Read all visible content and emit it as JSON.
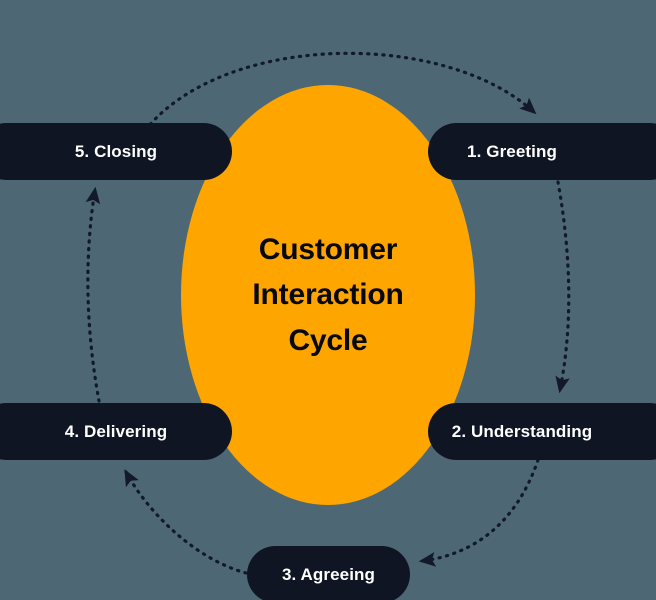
{
  "diagram": {
    "title": "Customer Interaction Cycle",
    "center_label": "Customer\nInteraction\nCycle",
    "background_color": "#4d6874",
    "center_color": "#ffa500",
    "pill_color": "#0f1522",
    "pill_text_color": "#ffffff",
    "center_text_color": "#07090f",
    "arrow_style": "dotted-curved-arrow",
    "steps": [
      {
        "id": "greeting",
        "number": "1.",
        "label": "1. Greeting",
        "position": "top-right"
      },
      {
        "id": "understanding",
        "number": "2.",
        "label": "2. Understanding",
        "position": "bottom-right"
      },
      {
        "id": "agreeing",
        "number": "3.",
        "label": "3. Agreeing",
        "position": "bottom-center"
      },
      {
        "id": "delivering",
        "number": "4.",
        "label": "4. Delivering",
        "position": "bottom-left"
      },
      {
        "id": "closing",
        "number": "5.",
        "label": "5. Closing",
        "position": "top-left"
      }
    ],
    "flow": [
      {
        "from": "closing",
        "to": "greeting"
      },
      {
        "from": "greeting",
        "to": "understanding"
      },
      {
        "from": "understanding",
        "to": "agreeing"
      },
      {
        "from": "agreeing",
        "to": "delivering"
      },
      {
        "from": "delivering",
        "to": "closing"
      }
    ]
  }
}
